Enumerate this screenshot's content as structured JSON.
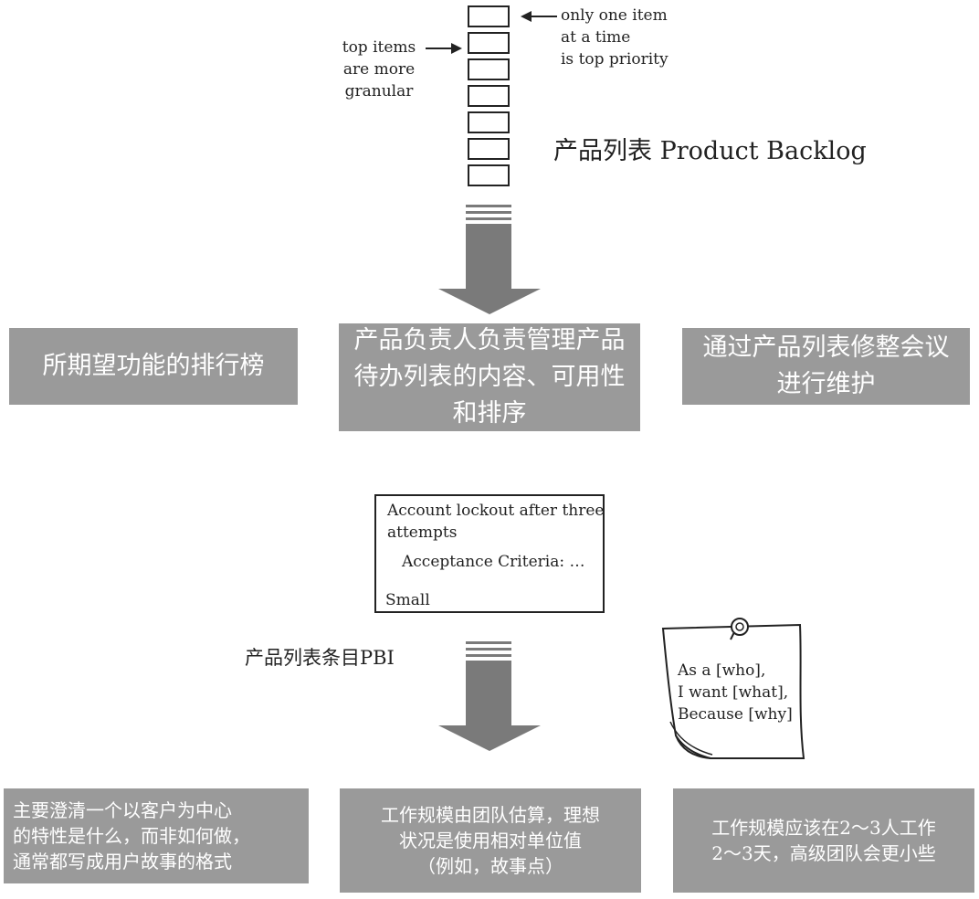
{
  "stack": {
    "top_note": [
      "only one item",
      "at a time",
      "is top priority"
    ],
    "side_note": [
      "top items",
      "are more",
      "granular"
    ],
    "title": "产品列表 Product Backlog"
  },
  "top_boxes": [
    {
      "lines": [
        "所期望功能的排行榜"
      ]
    },
    {
      "lines": [
        "产品负责人负责管理产品",
        "待办列表的内容、可用性",
        "和排序"
      ]
    },
    {
      "lines": [
        "通过产品列表修整会议",
        "进行维护"
      ]
    }
  ],
  "pbi_card": {
    "line1": "Account lockout after three",
    "line2": "attempts",
    "criteria": "Acceptance Criteria: …",
    "size": "Small"
  },
  "pbi_label": "产品列表条目PBI",
  "sticky_note": [
    "As a [who],",
    "I want [what],",
    "Because [why]"
  ],
  "bottom_boxes": [
    {
      "lines": [
        "主要澄清一个以客户为中心",
        "的特性是什么，而非如何做，",
        "通常都写成用户故事的格式"
      ]
    },
    {
      "lines": [
        "工作规模由团队估算，理想",
        "状况是使用相对单位值",
        "（例如，故事点）"
      ]
    },
    {
      "lines": [
        "工作规模应该在2～3人工作",
        "2～3天，高级团队会更小些"
      ]
    }
  ],
  "colors": {
    "box_fill": "#9a9a9a",
    "arrow_fill": "#7a7a7a",
    "box_text": "#ffffff"
  }
}
